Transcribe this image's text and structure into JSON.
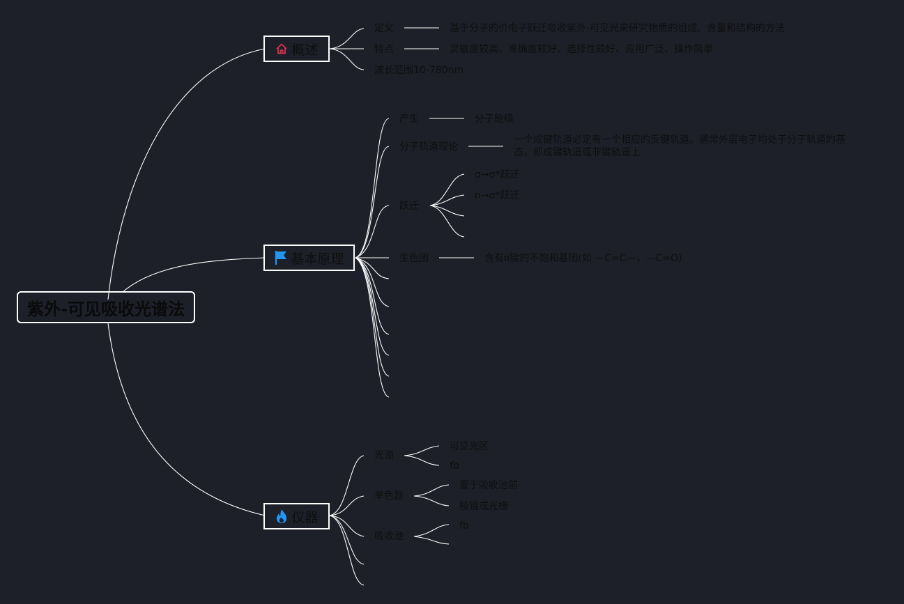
{
  "root": {
    "label": "紫外-可见吸收光谱法"
  },
  "colors": {
    "background": "#1d2029",
    "line": "#ffffff",
    "house_icon": "#d6334f",
    "flag_icon": "#2196f3",
    "fire_icon": "#2196f3"
  },
  "branches": {
    "overview": {
      "label": "概述",
      "icon": "house-icon",
      "definition_label": "定义",
      "definition_text": "基于分子的价电子跃迁吸收紫外-可见光来研究物质的组成、含量和结构的方法",
      "features_label": "特点",
      "features_text": "灵敏度较高、准确度较好、选择性较好、应用广泛、操作简单",
      "wavelength_label": "波长范围10-780nm"
    },
    "principle": {
      "label": "基本原理",
      "icon": "flag-icon",
      "origin_label": "产生",
      "origin_text": "分子能级",
      "mo_theory_label": "分子轨道理论",
      "mo_theory_text": "一个成键轨道必定有一个相应的反键轨道。通常外层电子均处于分子轨道的基态，即成键轨道或非键轨道上",
      "transition_label": "跃迁",
      "transition_1": "σ→σ*跃迁",
      "transition_2": "n→σ*跃迁",
      "chromophore_label": "生色团",
      "chromophore_text": "含有π键的不饱和基团(如 —C=C—，—C=O)"
    },
    "instrument": {
      "label": "仪器",
      "icon": "fire-icon",
      "light_source_label": "光源",
      "light_source_1": "可见光区",
      "light_source_2": "fb",
      "monochromator_label": "单色器",
      "monochromator_1": "置于吸收池前",
      "monochromator_2": "棱镜或光栅",
      "cell_label": "吸收池",
      "cell_1": "fb"
    }
  }
}
